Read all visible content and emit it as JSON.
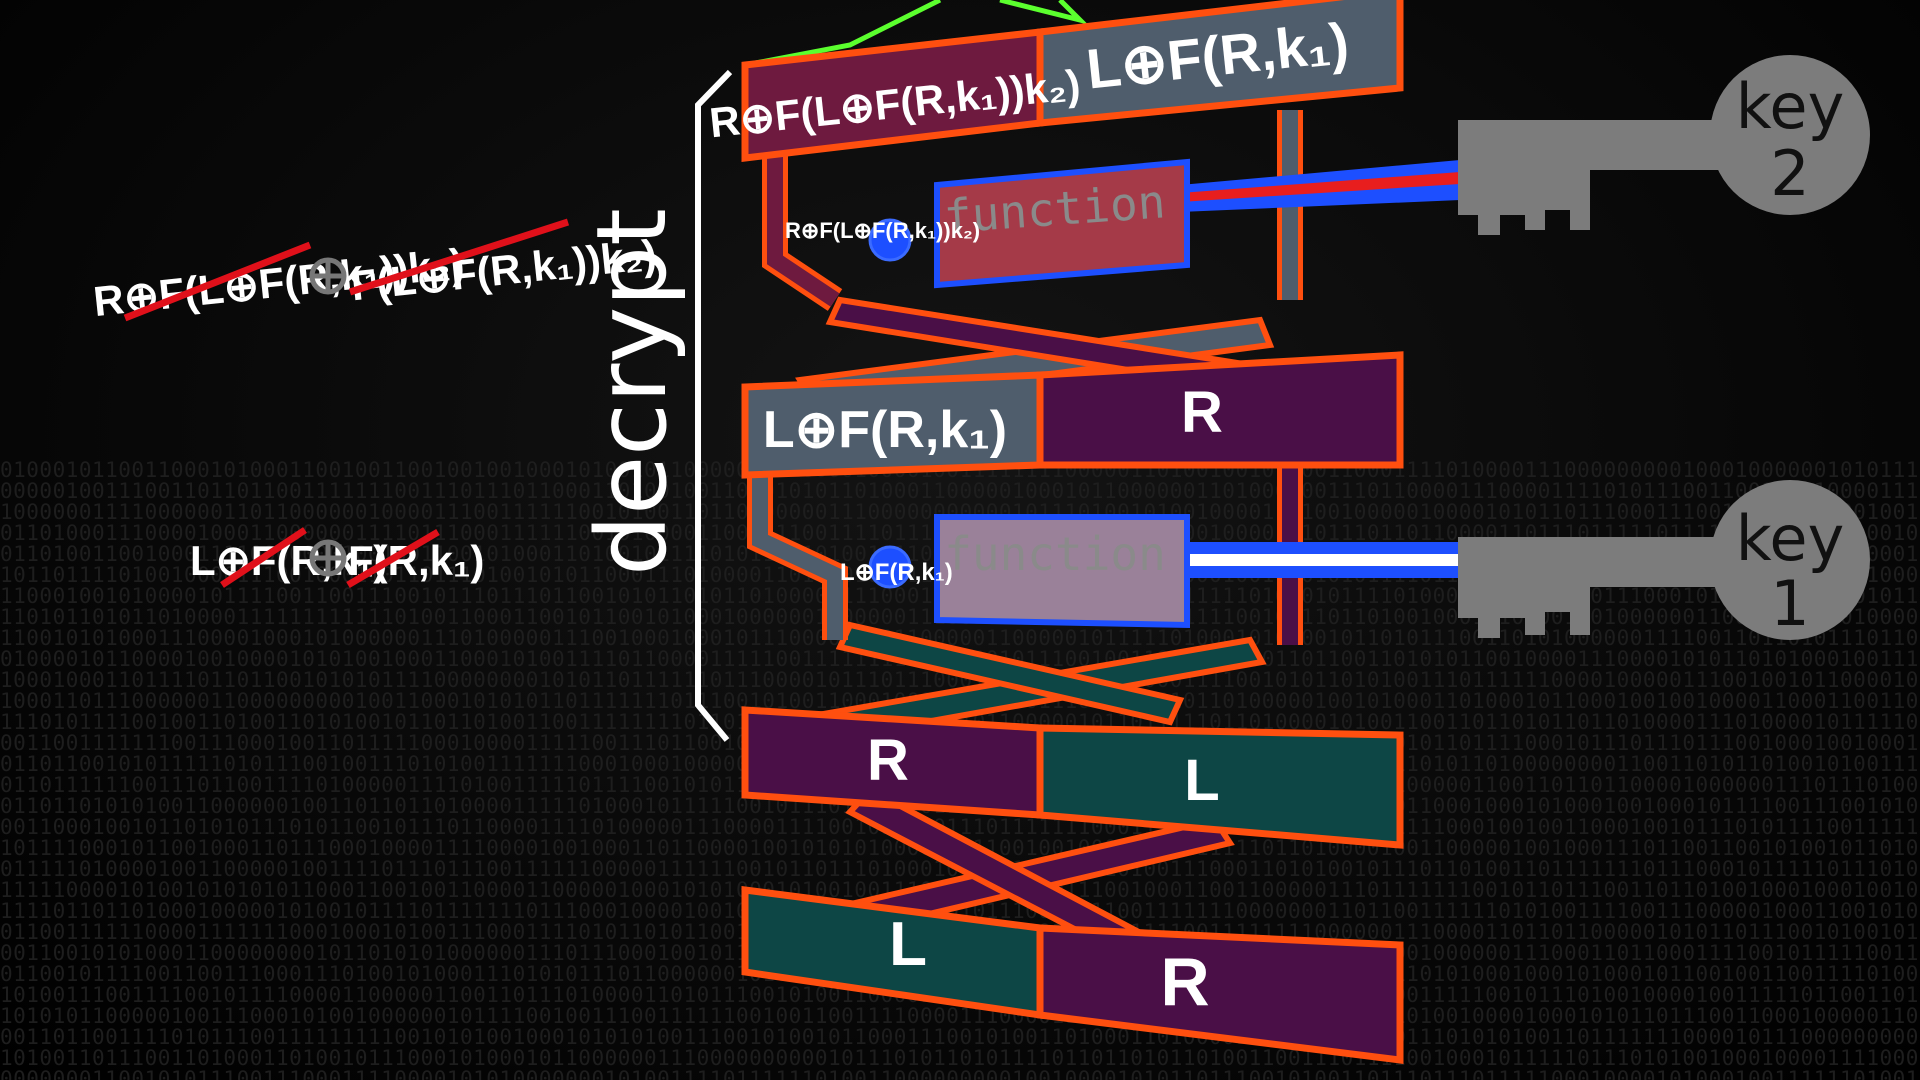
{
  "bracket": {
    "label": "decrypt"
  },
  "blocks": {
    "top_left": "R⊕F(L⊕F(R,k₁))k₂)",
    "top_right": "L⊕F(R,k₁)",
    "mid_left": "L⊕F(R,k₁)",
    "mid_right": "R",
    "low_left": "R",
    "low_right": "L",
    "bottom_left": "L",
    "bottom_right": "R"
  },
  "functions": {
    "upper": "function",
    "lower": "function"
  },
  "keys": {
    "upper": {
      "line1": "key",
      "line2": "2"
    },
    "lower": {
      "line1": "key",
      "line2": "1"
    }
  },
  "xor_labels": {
    "upper": "R⊕F(L⊕F(R,k₁))k₂)",
    "lower": "L⊕F(R,k₁)"
  },
  "side_equations": {
    "upper": {
      "left": "R⊕F(L⊕F(R,k₁))k₂)",
      "xor": "⊕",
      "right": "F(L⊕F(R,k₁))k₂)"
    },
    "lower": {
      "left": "L⊕F(R,k₁)",
      "xor": "⊕",
      "right": "F(R,k₁)"
    }
  },
  "colors": {
    "purple": "#4a0f47",
    "maroon": "#6e1a3f",
    "slate": "#4f5d6c",
    "teal": "#0d4645",
    "orange": "#ff4f0f",
    "green": "#5bff2e",
    "blue": "#1d4fff",
    "red": "#e81e1e",
    "key_gray": "#7c7c7c",
    "strike": "#e0101a"
  }
}
